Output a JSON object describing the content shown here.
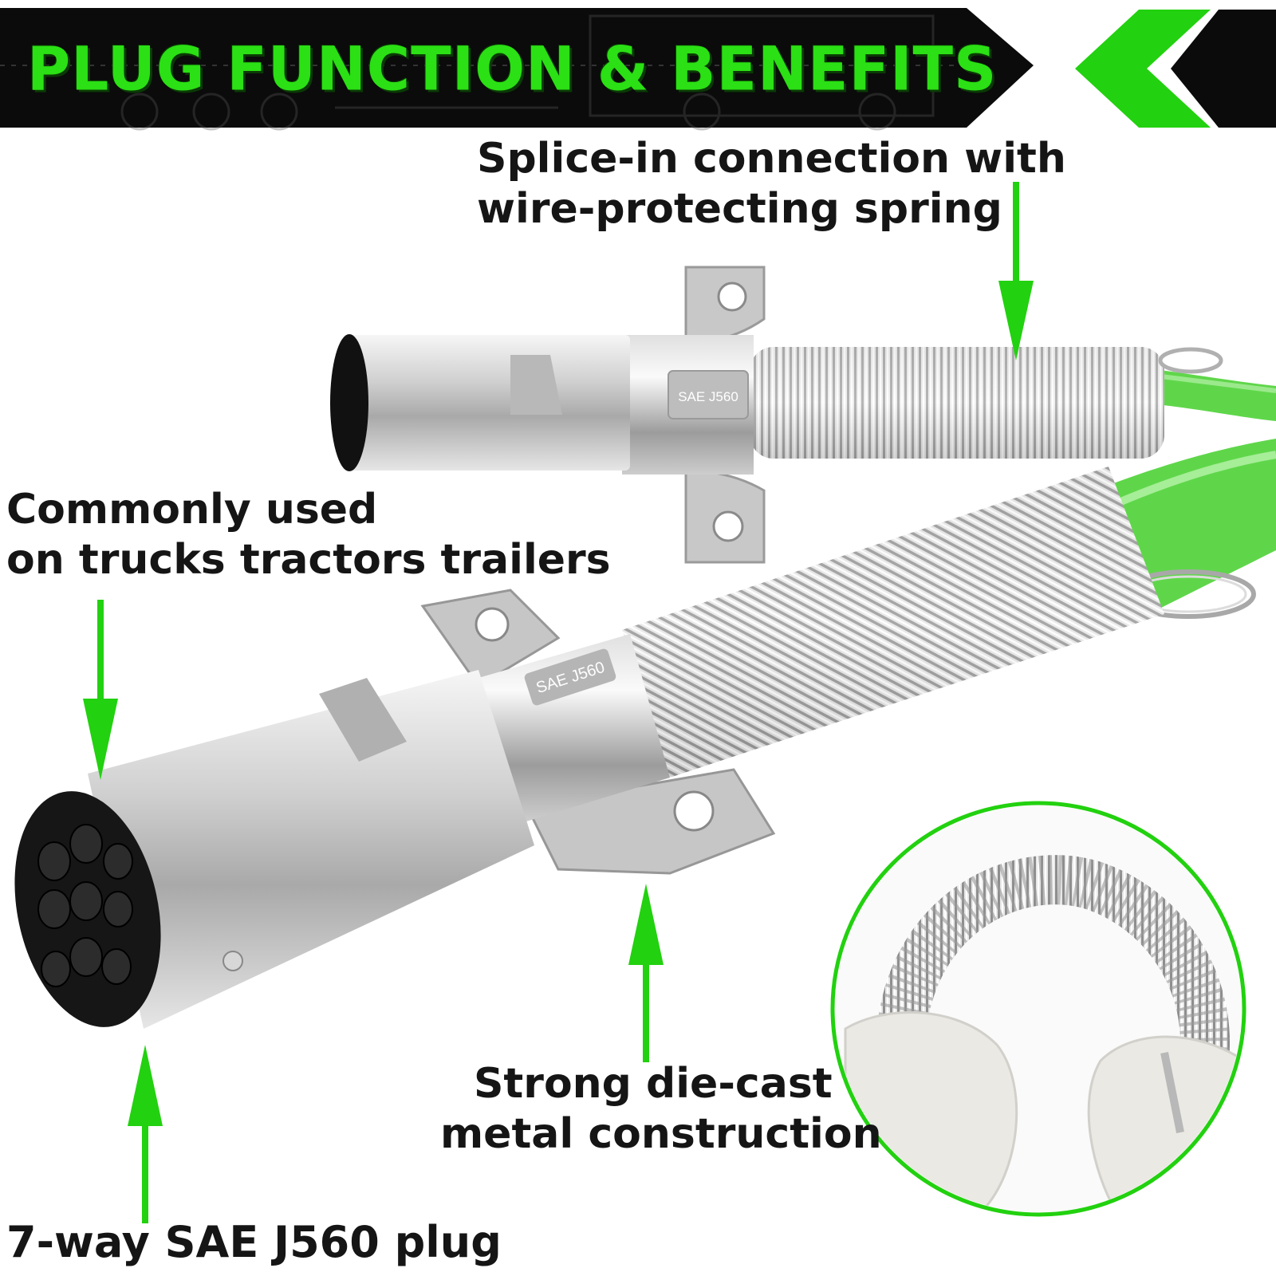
{
  "banner": {
    "title": "PLUG FUNCTION & BENEFITS"
  },
  "callouts": {
    "splice": [
      "Splice-in connection with",
      "wire-protecting spring"
    ],
    "usage": [
      "Commonly used",
      "on trucks tractors trailers"
    ],
    "construction": [
      "Strong die-cast",
      "metal construction"
    ],
    "plug": "7-way SAE J560 plug"
  },
  "product": {
    "upper_plate_label": "SAE J560",
    "lower_plate_label": "SAE J560"
  },
  "icons": [
    "chevron-left-icon",
    "arrow-down-icon",
    "arrow-up-icon"
  ],
  "colors": {
    "accent_green": "#22d10f",
    "cable_green": "#5fd64a",
    "banner_black": "#0b0b0b",
    "text_dark": "#151515"
  }
}
